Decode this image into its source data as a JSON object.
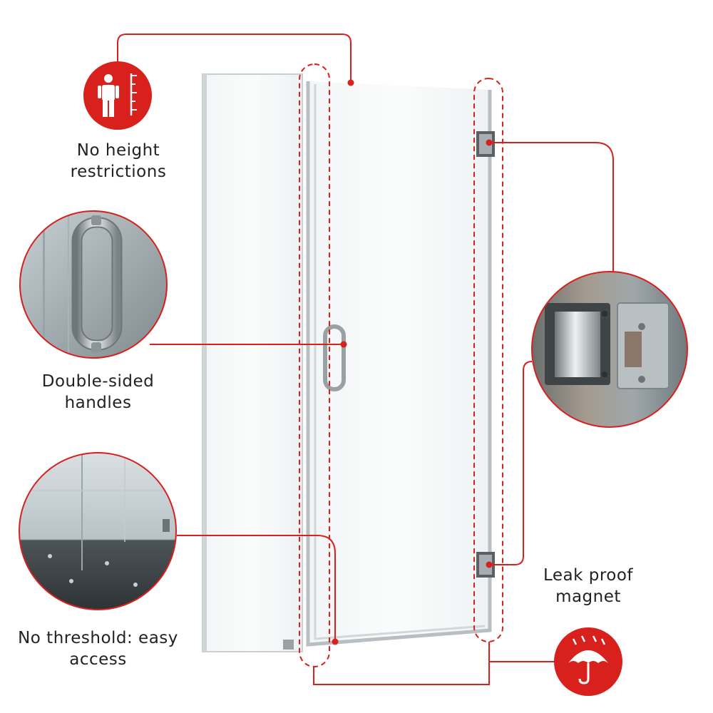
{
  "features": {
    "height": {
      "text": "No height\nrestrictions",
      "icon": "person-height-icon"
    },
    "handles": {
      "text": "Double-sided\nhandles",
      "icon": "handle-closeup"
    },
    "threshold": {
      "text": "No threshold: easy\naccess",
      "icon": "floor-closeup"
    },
    "magnet": {
      "text": "Leak proof\nmagnet",
      "icon": "umbrella-rain-icon"
    }
  },
  "colors": {
    "accent": "#d8201c",
    "frame": "#b9bec2",
    "label": "#222222"
  }
}
